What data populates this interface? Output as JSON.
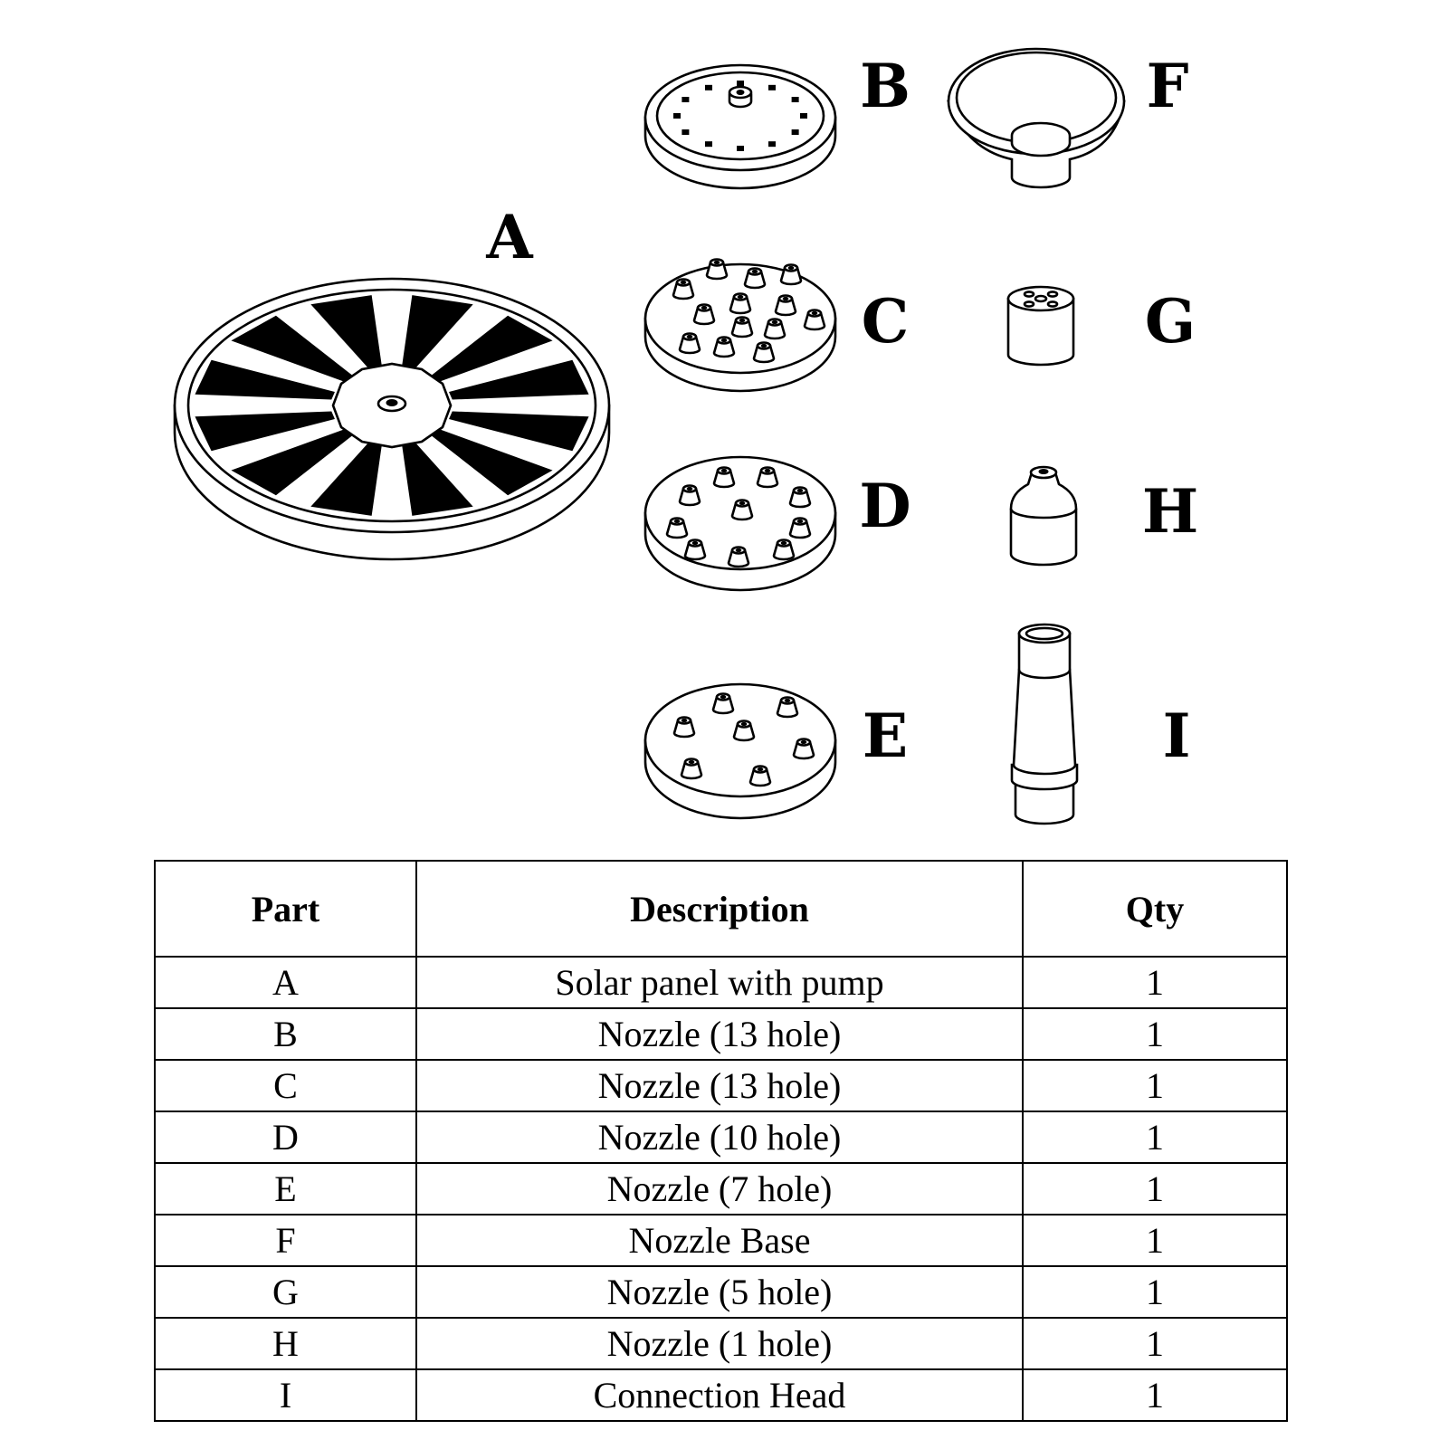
{
  "labels": [
    "A",
    "B",
    "C",
    "D",
    "E",
    "F",
    "G",
    "H",
    "I"
  ],
  "table": {
    "headers": {
      "part": "Part",
      "description": "Description",
      "qty": "Qty"
    },
    "rows": [
      {
        "part": "A",
        "description": "Solar panel with pump",
        "qty": "1"
      },
      {
        "part": "B",
        "description": "Nozzle (13 hole)",
        "qty": "1"
      },
      {
        "part": "C",
        "description": "Nozzle (13 hole)",
        "qty": "1"
      },
      {
        "part": "D",
        "description": "Nozzle (10 hole)",
        "qty": "1"
      },
      {
        "part": "E",
        "description": "Nozzle (7 hole)",
        "qty": "1"
      },
      {
        "part": "F",
        "description": "Nozzle Base",
        "qty": "1"
      },
      {
        "part": "G",
        "description": "Nozzle (5 hole)",
        "qty": "1"
      },
      {
        "part": "H",
        "description": "Nozzle (1 hole)",
        "qty": "1"
      },
      {
        "part": "I",
        "description": "Connection Head",
        "qty": "1"
      }
    ]
  }
}
